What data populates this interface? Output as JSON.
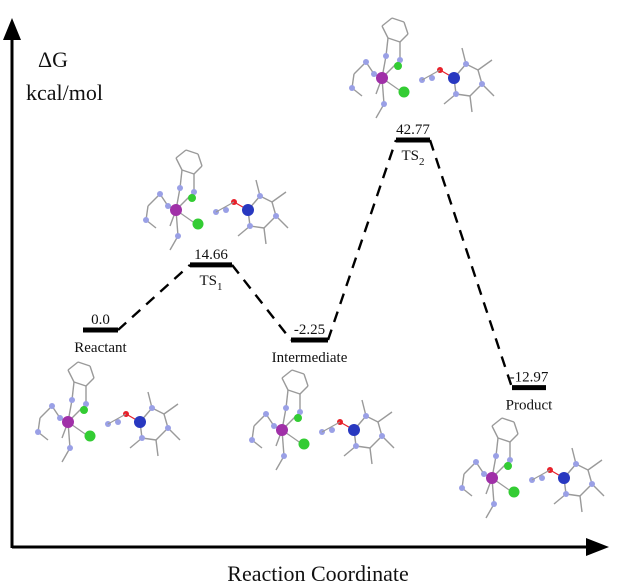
{
  "chart_data": {
    "type": "line",
    "ylabel_symbol": "ΔG",
    "ylabel_unit": "kcal/mol",
    "xlabel": "Reaction Coordinate",
    "points": [
      {
        "value": "0.0",
        "name": "Reactant",
        "sub": ""
      },
      {
        "value": "14.66",
        "name": "TS",
        "sub": "1"
      },
      {
        "value": "-2.25",
        "name": "Intermediate",
        "sub": ""
      },
      {
        "value": "42.77",
        "name": "TS",
        "sub": "2"
      },
      {
        "value": "-12.97",
        "name": "Product",
        "sub": ""
      }
    ],
    "energies": [
      0.0,
      14.66,
      -2.25,
      42.77,
      -12.97
    ]
  },
  "colors": {
    "metal": "#a030a8",
    "cobalt": "#2838c0",
    "chlorine": "#33cc33",
    "nitrogen": "#9aa0e6",
    "oxygen": "#e8202a",
    "bond": "#9a9a9a",
    "axis": "#000000"
  }
}
